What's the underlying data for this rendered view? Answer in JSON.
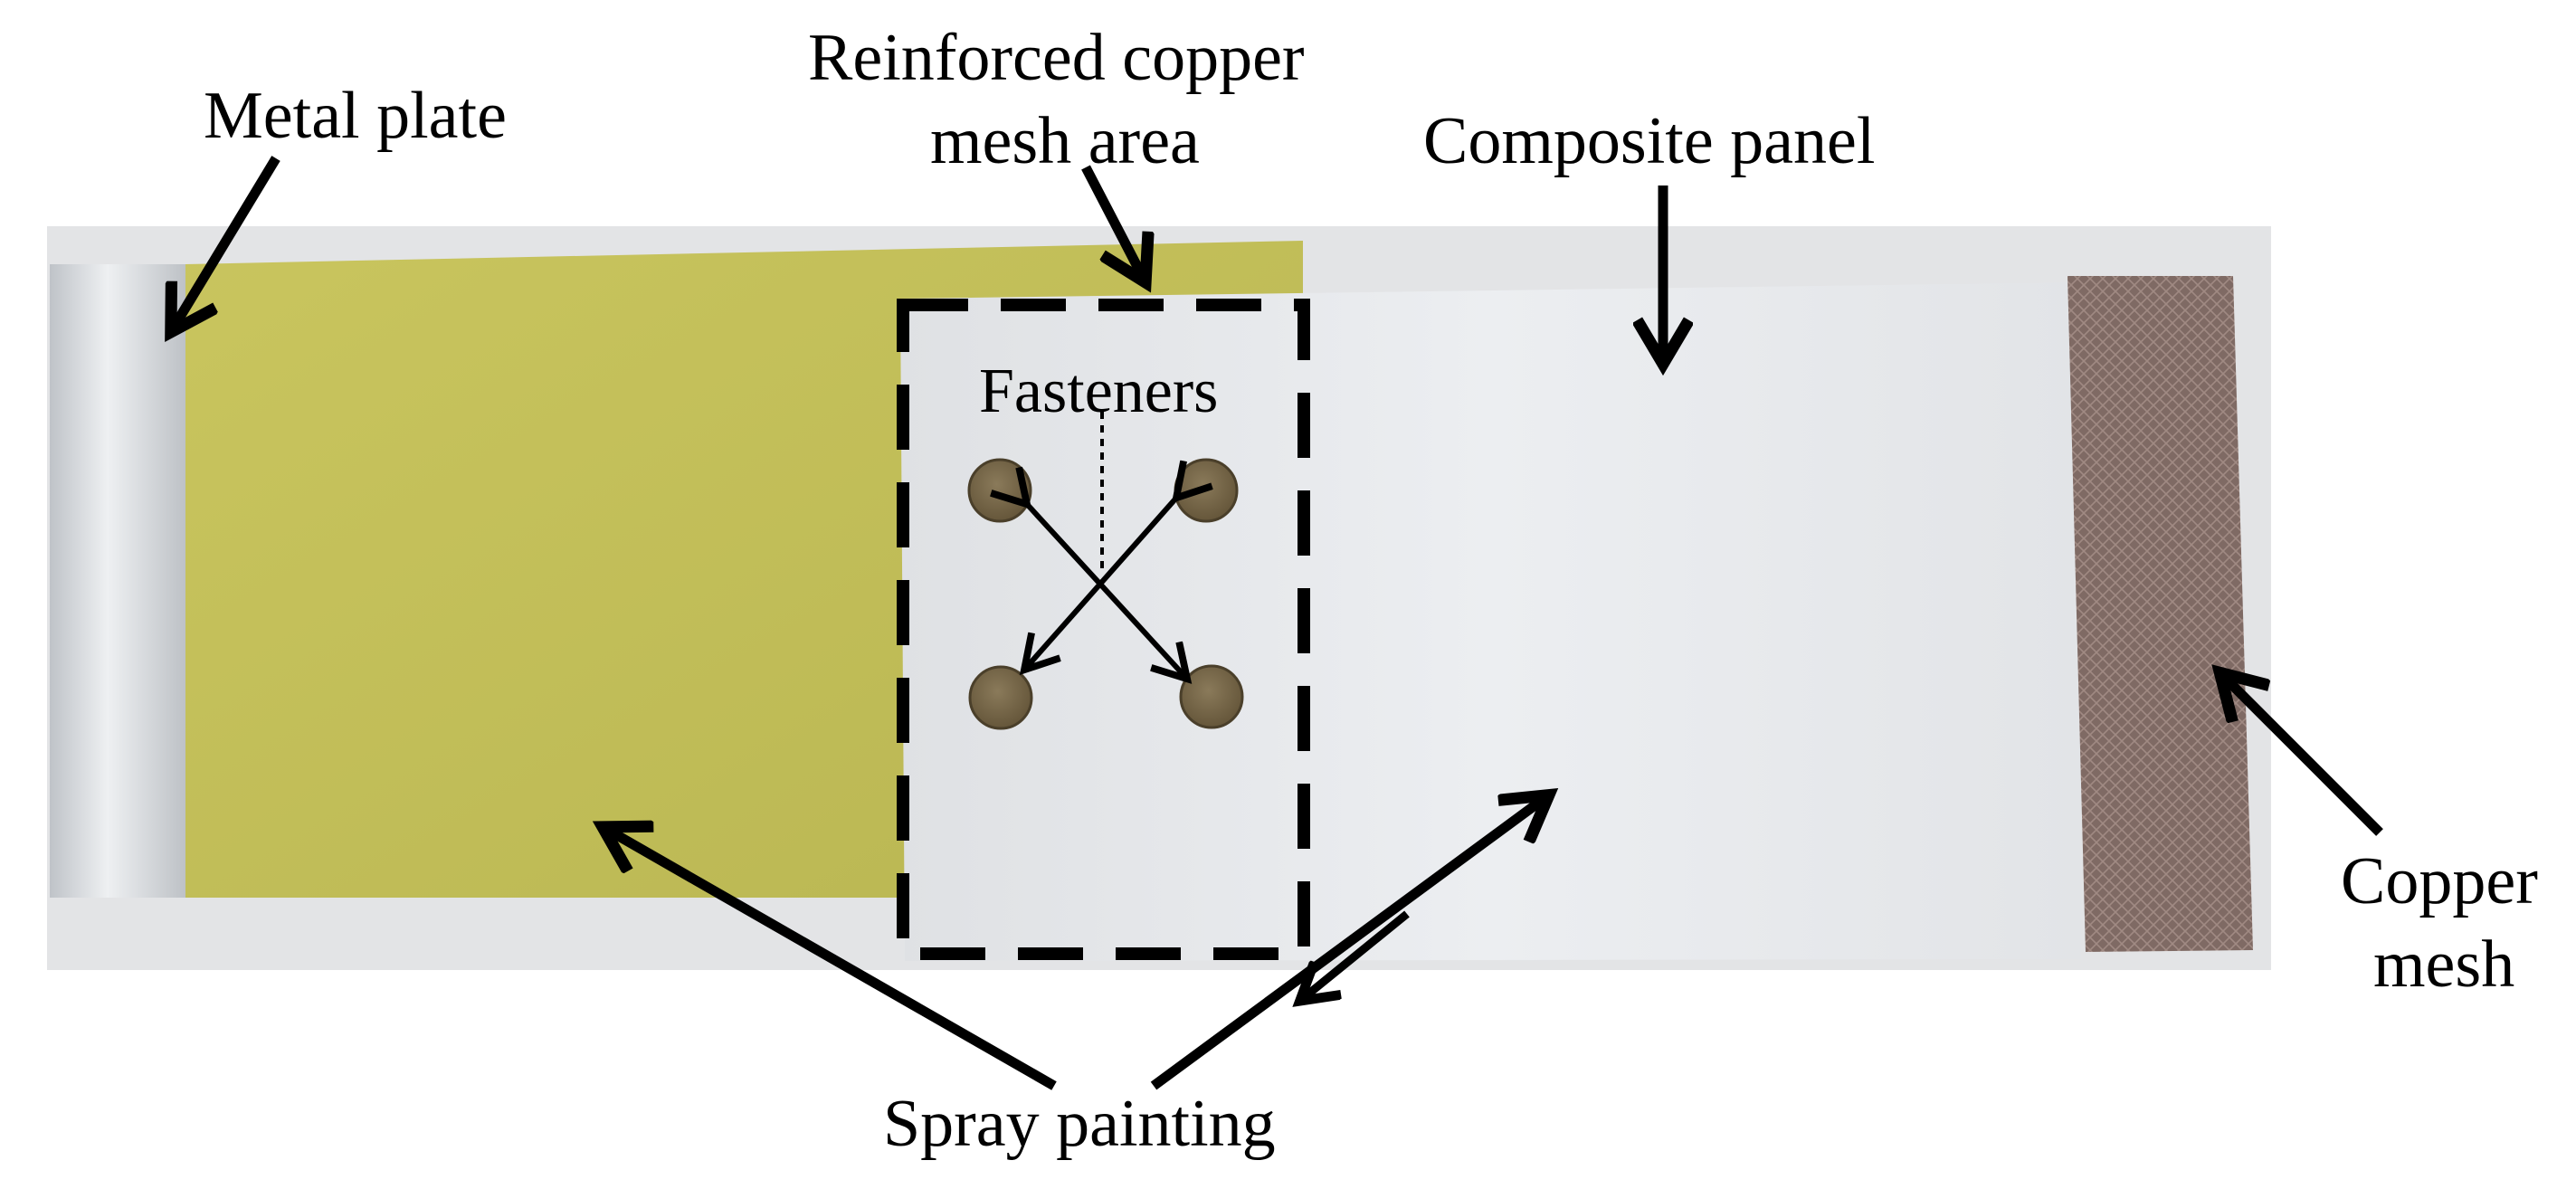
{
  "labels": {
    "metal_plate": "Metal plate",
    "reinforced_line1": "Reinforced copper",
    "reinforced_line2": "mesh area",
    "composite_panel": "Composite panel",
    "fasteners": "Fasteners",
    "copper_line1": "Copper",
    "copper_line2": "mesh",
    "spray_painting": "Spray painting"
  },
  "colors": {
    "background": "#ffffff",
    "backdrop_gray": "#e3e4e6",
    "metal_silver": "#d4d7db",
    "yellow_coating": "#c2bf58",
    "panel_silver": "#e7e9ec",
    "copper": "#7b6560",
    "fastener_fill": "#7a6a4b",
    "annotation": "#000000"
  }
}
